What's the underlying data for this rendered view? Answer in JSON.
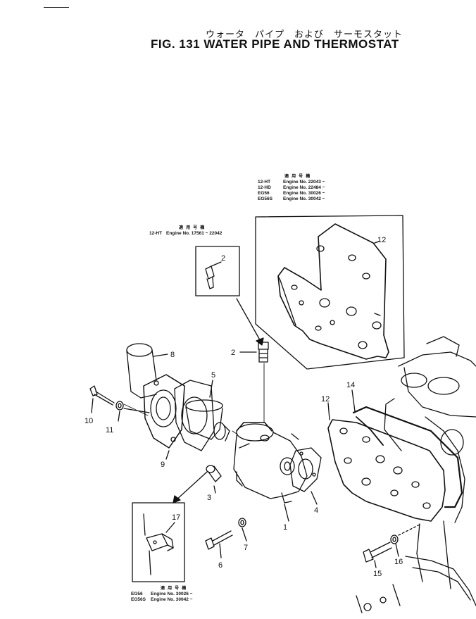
{
  "title": {
    "japanese": "ウォータ　パイプ　および　サーモスタット",
    "english": "FIG. 131  WATER PIPE AND THERMOSTAT"
  },
  "notes": {
    "right": {
      "header": "適 用 号 機",
      "rows": [
        {
          "model": "12-HT",
          "range": "Engine No. 22043 ~"
        },
        {
          "model": "12-HD",
          "range": "Engine No. 22484 ~"
        },
        {
          "model": "EG56",
          "range": "Engine No. 30026 ~"
        },
        {
          "model": "EG56S",
          "range": "Engine No. 30042 ~"
        }
      ]
    },
    "left": {
      "header": "適 用 号 機",
      "rows": [
        {
          "model": "12-HT",
          "range": "Engine No. 17561 ~ 22042"
        }
      ]
    },
    "bottom": {
      "header": "適 用 号 機",
      "rows": [
        {
          "model": "EG56",
          "range": "Engine No. 30026 ~"
        },
        {
          "model": "EG56S",
          "range": "Engine No. 30042 ~"
        }
      ]
    }
  },
  "callouts": {
    "c1": "1",
    "c2a": "2",
    "c2b": "2",
    "c3": "3",
    "c4": "4",
    "c5": "5",
    "c6": "6",
    "c7": "7",
    "c8": "8",
    "c9": "9",
    "c10": "10",
    "c11": "11",
    "c12a": "12",
    "c12b": "12",
    "c14": "14",
    "c15": "15",
    "c16": "16",
    "c17": "17"
  }
}
